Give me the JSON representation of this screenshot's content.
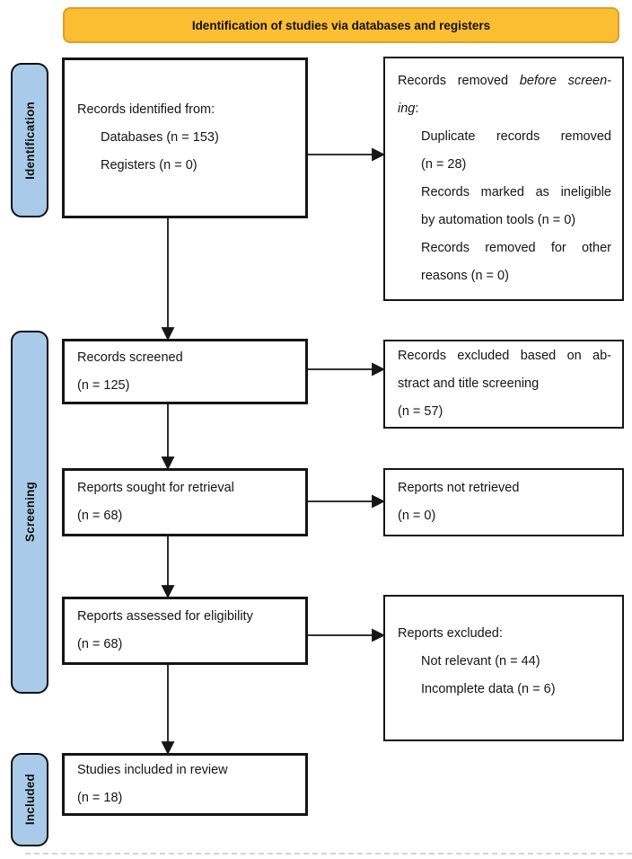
{
  "banner": {
    "title": "Identification of studies via databases and registers"
  },
  "stages": {
    "identification": "Identification",
    "screening": "Screening",
    "included": "Included"
  },
  "colors": {
    "banner_fill": "#FBBE33",
    "banner_border": "#E09E26",
    "stage_fill": "#A9CBE9",
    "box_border": "#151515"
  },
  "boxes": {
    "identified": {
      "lines": [
        "Records identified from:",
        "Databases (n = 153)",
        "Registers (n = 0)"
      ]
    },
    "removed": {
      "l1_plain": "Records removed ",
      "l1_italic": "before screen-",
      "l2_italic": "ing",
      "l2_plain": ":",
      "items": [
        "Duplicate records removed",
        "(n = 28)",
        "Records marked as ineligible",
        "by automation tools (n = 0)",
        "Records removed for other",
        "reasons (n = 0)"
      ]
    },
    "screened": {
      "lines": [
        "Records screened",
        "(n = 125)"
      ]
    },
    "excluded_abstract": {
      "lines": [
        "Records excluded based on ab-",
        "stract and title screening",
        "(n = 57)"
      ]
    },
    "sought": {
      "lines": [
        "Reports sought for retrieval",
        "(n = 68)"
      ]
    },
    "not_retrieved": {
      "lines": [
        "Reports not retrieved",
        "(n = 0)"
      ]
    },
    "assessed": {
      "lines": [
        "Reports assessed for eligibility",
        "(n = 68)"
      ]
    },
    "excluded_reports": {
      "lines": [
        "Reports excluded:",
        "Not relevant (n = 44)",
        "Incomplete data (n = 6)"
      ]
    },
    "included_studies": {
      "lines": [
        "Studies included in review",
        "(n = 18)"
      ]
    }
  }
}
